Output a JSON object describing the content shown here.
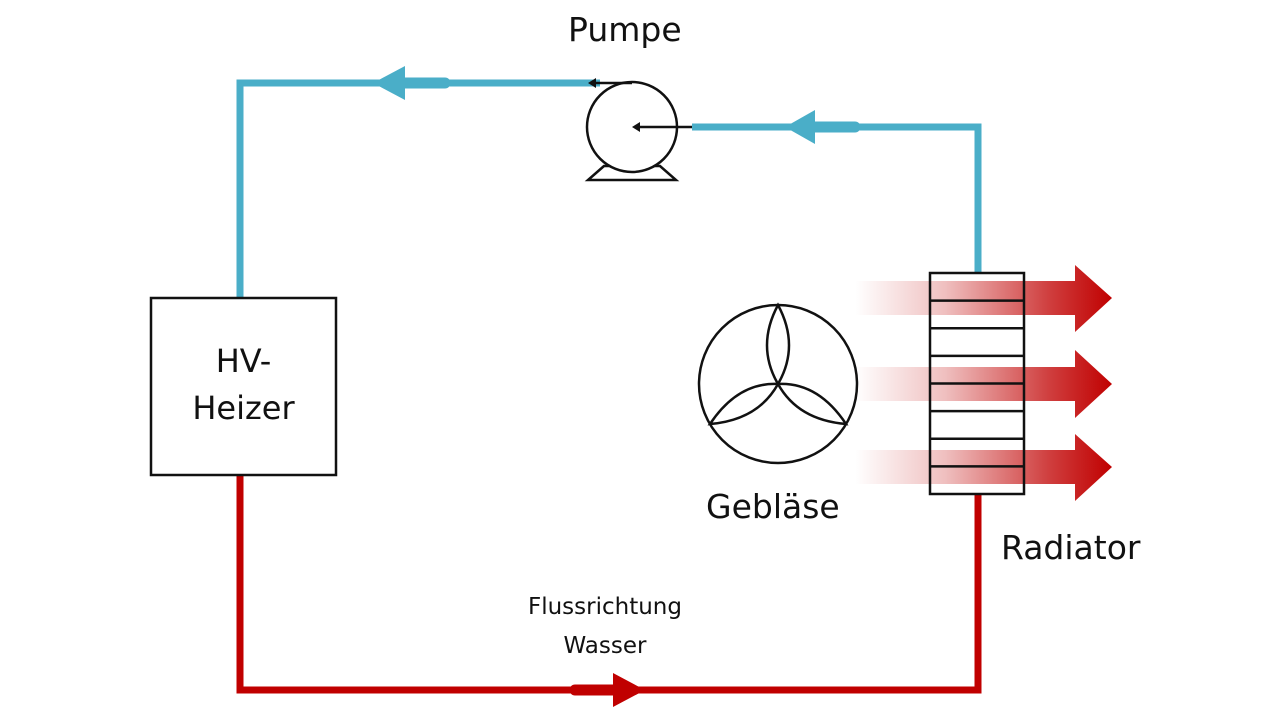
{
  "diagram": {
    "title": "Heizkreislauf mit HV-Heizer",
    "components": {
      "pump": {
        "label": "Pumpe",
        "icon": "pump-icon"
      },
      "heater": {
        "label_line1": "HV-",
        "label_line2": "Heizer"
      },
      "fan": {
        "label": "Gebläse",
        "icon": "fan-icon"
      },
      "radiator": {
        "label": "Radiator",
        "fin_count": 8
      }
    },
    "flow_note": {
      "line1": "Flussrichtung",
      "line2": "Wasser"
    },
    "heat_output_arrows": 3,
    "colors": {
      "cold_pipe": "#4aaec8",
      "hot_pipe": "#c00000",
      "heat_arrow": "#c00000",
      "outline": "#111111",
      "background": "#ffffff"
    }
  }
}
